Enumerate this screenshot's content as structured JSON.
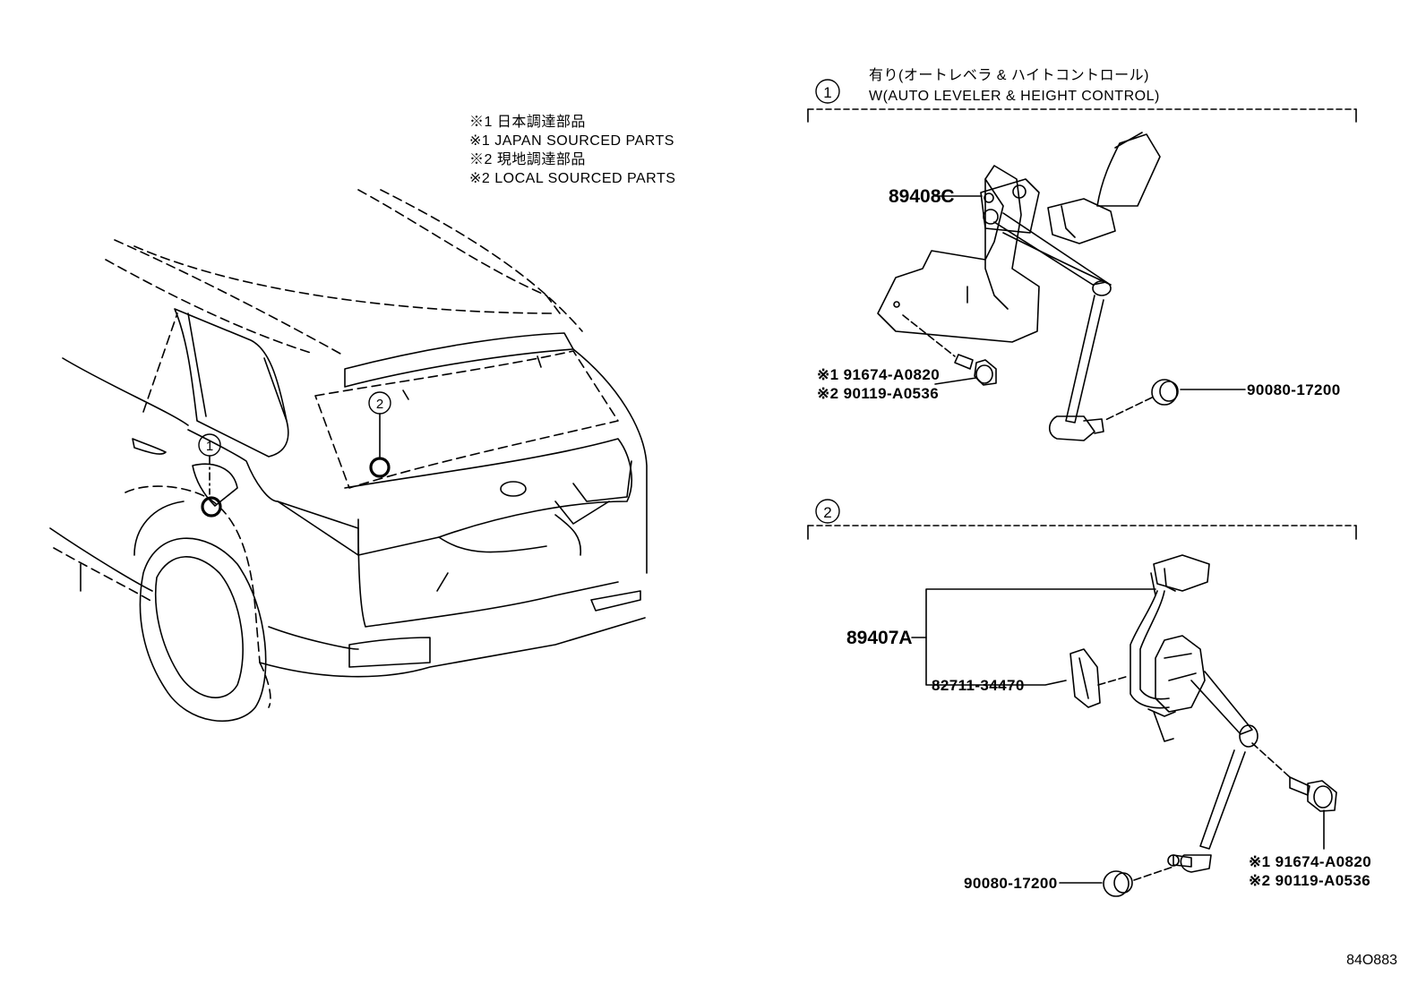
{
  "notes": [
    "※1 日本調達部品",
    "※1 JAPAN SOURCED PARTS",
    "※2 現地調達部品",
    "※2 LOCAL SOURCED PARTS"
  ],
  "callouts": {
    "one": "1",
    "two": "2"
  },
  "section1": {
    "number": "1",
    "title_jp": "有り(オートレベラ & ハイトコントロール)",
    "title_en": "W(AUTO LEVELER & HEIGHT CONTROL)",
    "labels": {
      "sensor": "89408C",
      "bolt_japan": "※1 91674-A0820",
      "bolt_local": "※2 90119-A0536",
      "nut": "90080-17200"
    }
  },
  "section2": {
    "number": "2",
    "labels": {
      "sensor": "89407A",
      "clamp": "82711-34470",
      "nut": "90080-17200",
      "bolt_japan": "※1 91674-A0820",
      "bolt_local": "※2 90119-A0536"
    }
  },
  "diagram_code": "84O883"
}
